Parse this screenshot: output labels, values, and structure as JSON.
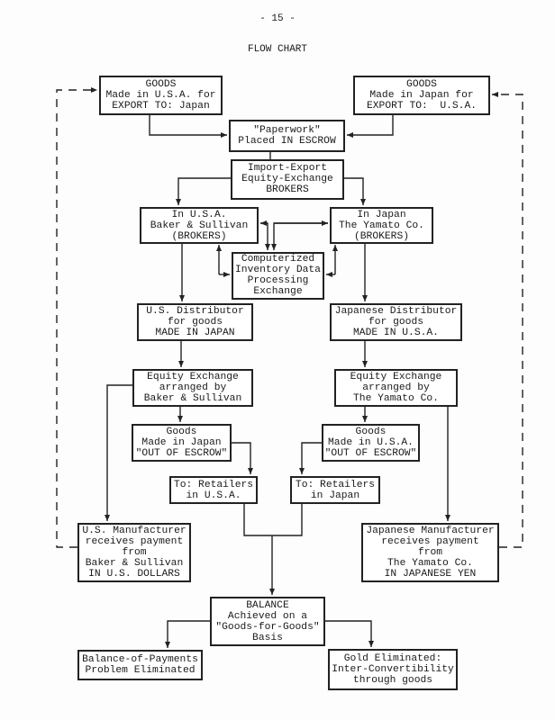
{
  "page_number": "- 15 -",
  "title": "FLOW CHART",
  "boxes": {
    "goods_usa": [
      "GOODS",
      "Made in U.S.A. for",
      "EXPORT TO: Japan"
    ],
    "goods_japan": [
      "GOODS",
      "Made in Japan for",
      "EXPORT TO:  U.S.A."
    ],
    "paperwork": [
      "\"Paperwork\"",
      "Placed IN ESCROW"
    ],
    "brokers": [
      "Import-Export",
      "Equity-Exchange",
      "BROKERS"
    ],
    "usa_brokers": [
      "In U.S.A.",
      "Baker & Sullivan",
      "(BROKERS)"
    ],
    "japan_brokers": [
      "In Japan",
      "The Yamato Co.",
      "(BROKERS)"
    ],
    "computerized": [
      "Computerized",
      "Inventory Data",
      "Processing",
      "Exchange"
    ],
    "us_distributor": [
      "U.S. Distributor",
      "for goods",
      "MADE IN JAPAN"
    ],
    "jp_distributor": [
      "Japanese Distributor",
      "for goods",
      "MADE IN U.S.A."
    ],
    "equity_bs": [
      "Equity Exchange",
      "arranged by",
      "Baker & Sullivan"
    ],
    "equity_yamato": [
      "Equity Exchange",
      "arranged by",
      "The Yamato Co."
    ],
    "goods_out_japan": [
      "Goods",
      "Made in Japan",
      "\"OUT OF ESCROW\""
    ],
    "goods_out_usa": [
      "Goods",
      "Made in U.S.A.",
      "\"OUT OF ESCROW\""
    ],
    "retailers_usa": [
      "To: Retailers",
      "in U.S.A."
    ],
    "retailers_japan": [
      "To: Retailers",
      "in Japan"
    ],
    "us_manufacturer": [
      "U.S. Manufacturer",
      "receives payment",
      "from",
      "Baker & Sullivan",
      "IN U.S. DOLLARS"
    ],
    "jp_manufacturer": [
      "Japanese Manufacturer",
      "receives payment",
      "from",
      "The Yamato Co.",
      "IN JAPANESE YEN"
    ],
    "balance": [
      "BALANCE",
      "Achieved on a",
      "\"Goods-for-Goods\"",
      "Basis"
    ],
    "bop": [
      "Balance-of-Payments",
      "Problem Eliminated"
    ],
    "gold": [
      "Gold Eliminated:",
      "Inter-Convertibility",
      "through goods"
    ]
  }
}
